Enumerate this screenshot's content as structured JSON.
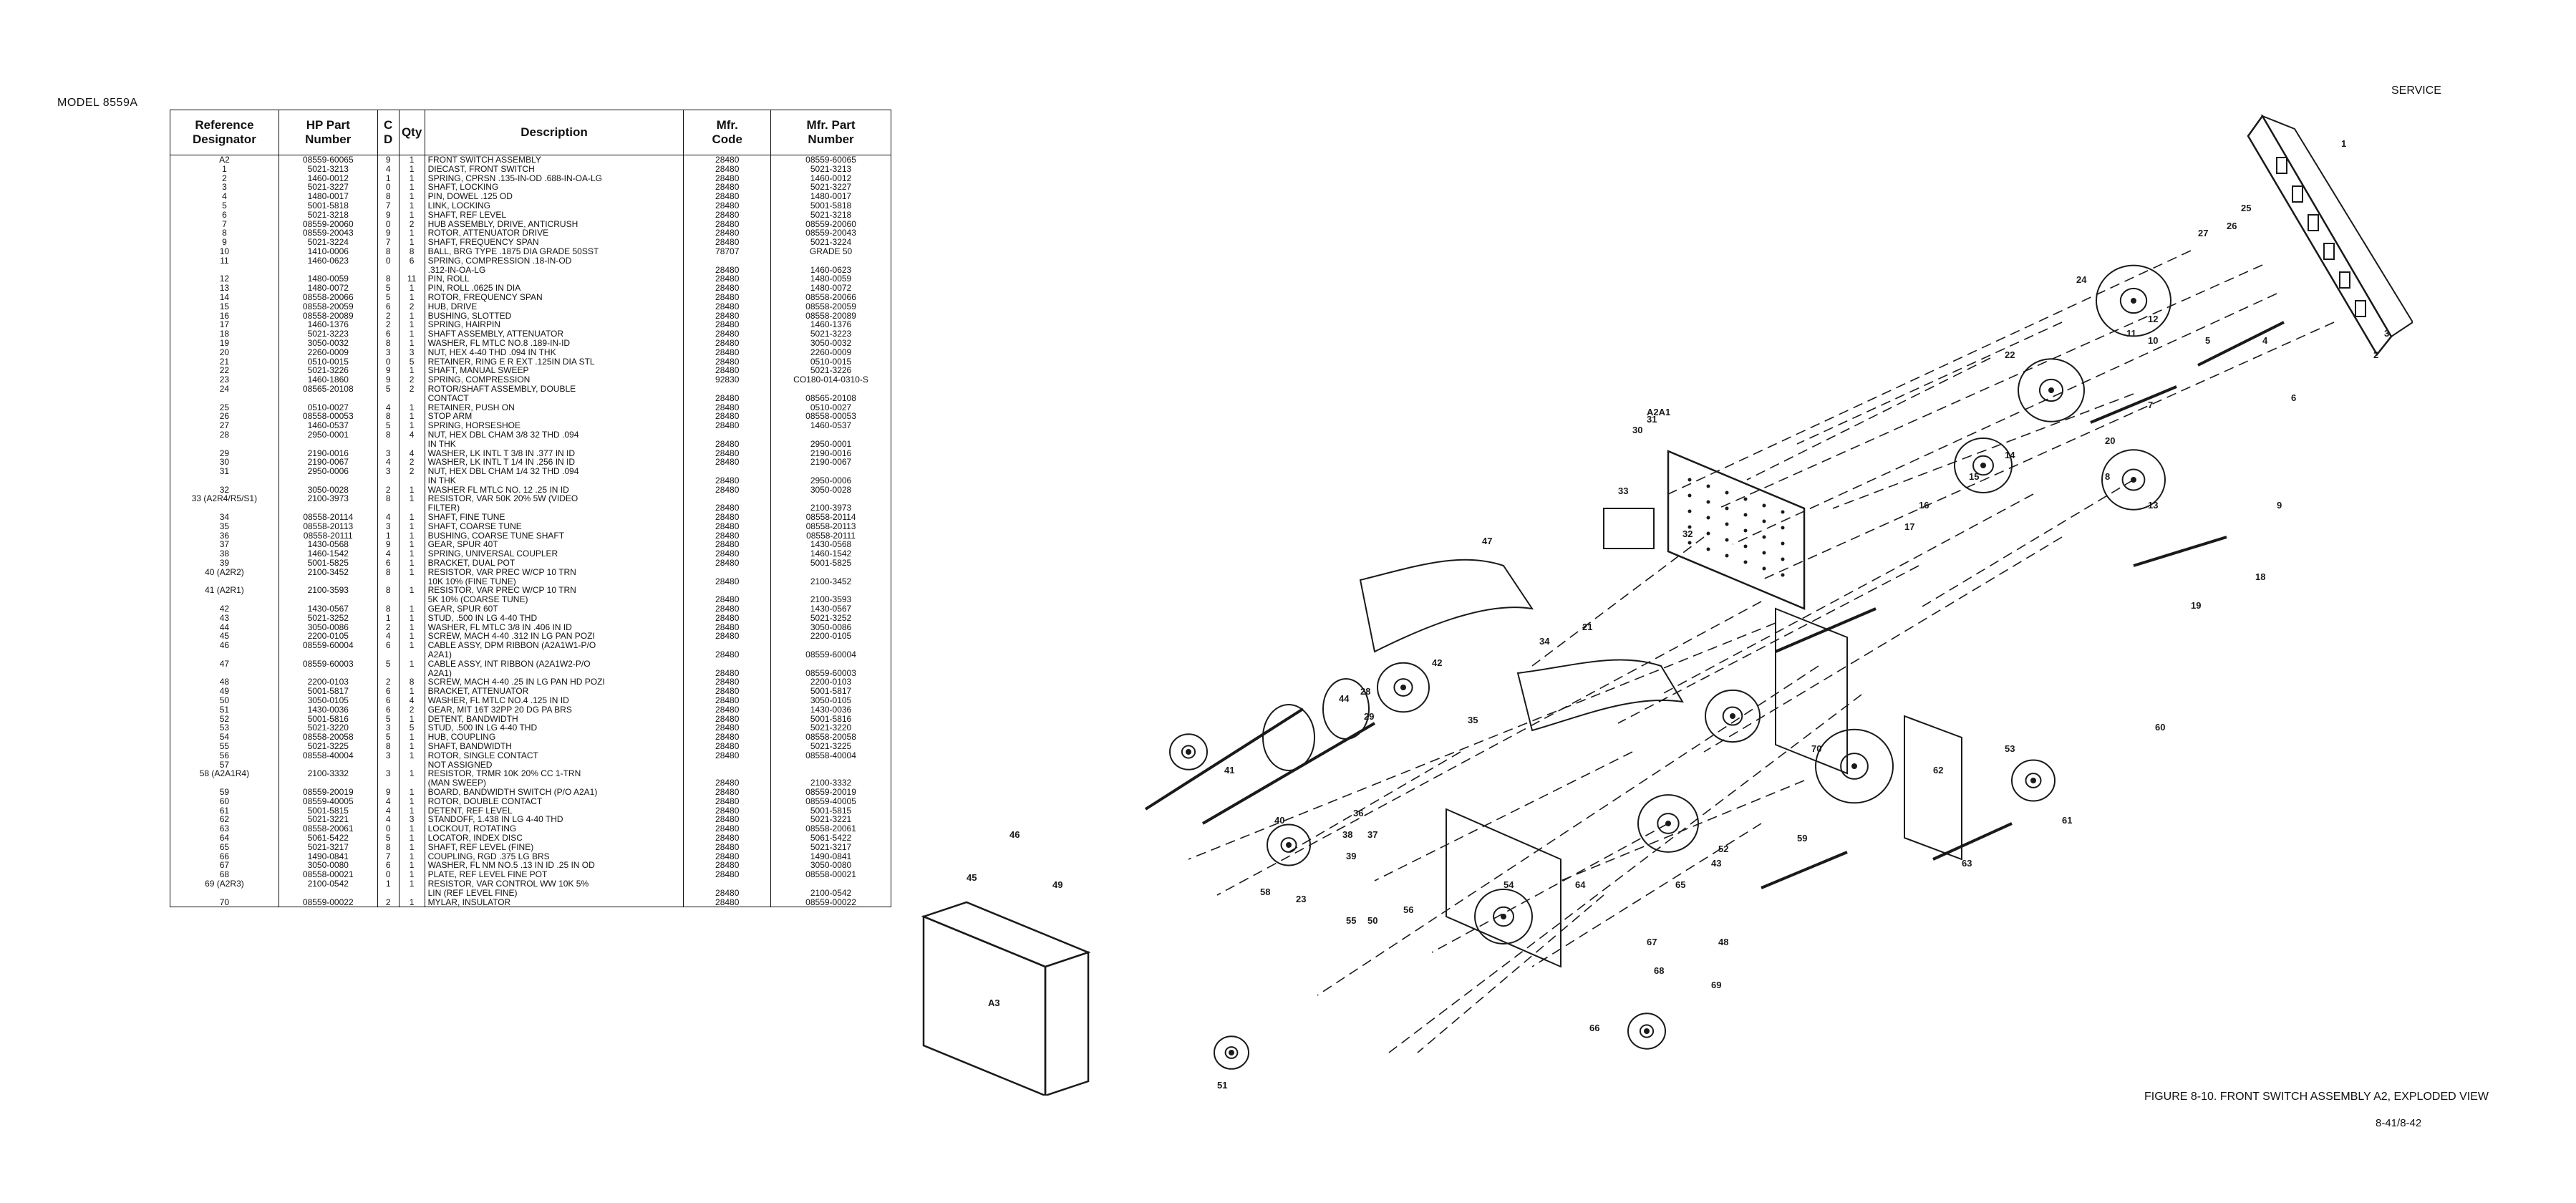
{
  "header": {
    "model": "MODEL 8559A",
    "service": "SERVICE",
    "caption": "FIGURE 8-10.   FRONT SWITCH ASSEMBLY A2, EXPLODED VIEW",
    "page_number": "8-41/8-42"
  },
  "table": {
    "columns": [
      {
        "line1": "Reference",
        "line2": "Designator"
      },
      {
        "line1": "HP Part",
        "line2": "Number"
      },
      {
        "line1": "C",
        "line2": "D"
      },
      {
        "line1": "Qty",
        "line2": ""
      },
      {
        "line1": "Description",
        "line2": ""
      },
      {
        "line1": "Mfr.",
        "line2": "Code"
      },
      {
        "line1": "Mfr. Part",
        "line2": "Number"
      }
    ],
    "rows": [
      {
        "ref": "A2",
        "pn": "08559-60065",
        "cd": "9",
        "qty": "1",
        "desc": "FRONT SWITCH ASSEMBLY",
        "mfr": "28480",
        "mpn": "08559-60065"
      },
      {
        "ref": "1",
        "pn": "5021-3213",
        "cd": "4",
        "qty": "1",
        "desc": "DIECAST, FRONT SWITCH",
        "mfr": "28480",
        "mpn": "5021-3213"
      },
      {
        "ref": "2",
        "pn": "1460-0012",
        "cd": "1",
        "qty": "1",
        "desc": "SPRING, CPRSN .135-IN-OD .688-IN-OA-LG",
        "mfr": "28480",
        "mpn": "1460-0012"
      },
      {
        "ref": "3",
        "pn": "5021-3227",
        "cd": "0",
        "qty": "1",
        "desc": "SHAFT, LOCKING",
        "mfr": "28480",
        "mpn": "5021-3227"
      },
      {
        "ref": "4",
        "pn": "1480-0017",
        "cd": "8",
        "qty": "1",
        "desc": "PIN, DOWEL .125 OD",
        "mfr": "28480",
        "mpn": "1480-0017"
      },
      {
        "ref": "5",
        "pn": "5001-5818",
        "cd": "7",
        "qty": "1",
        "desc": "LINK, LOCKING",
        "mfr": "28480",
        "mpn": "5001-5818"
      },
      {
        "ref": "6",
        "pn": "5021-3218",
        "cd": "9",
        "qty": "1",
        "desc": "SHAFT, REF LEVEL",
        "mfr": "28480",
        "mpn": "5021-3218"
      },
      {
        "ref": "7",
        "pn": "08559-20060",
        "cd": "0",
        "qty": "2",
        "desc": "HUB ASSEMBLY, DRIVE, ANTICRUSH",
        "mfr": "28480",
        "mpn": "08559-20060"
      },
      {
        "ref": "8",
        "pn": "08559-20043",
        "cd": "9",
        "qty": "1",
        "desc": "ROTOR, ATTENUATOR DRIVE",
        "mfr": "28480",
        "mpn": "08559-20043"
      },
      {
        "ref": "9",
        "pn": "5021-3224",
        "cd": "7",
        "qty": "1",
        "desc": "SHAFT, FREQUENCY SPAN",
        "mfr": "28480",
        "mpn": "5021-3224"
      },
      {
        "ref": "10",
        "pn": "1410-0006",
        "cd": "8",
        "qty": "8",
        "desc": "BALL, BRG TYPE .1875 DIA GRADE 50SST",
        "mfr": "78707",
        "mpn": "GRADE 50"
      },
      {
        "ref": "11",
        "pn": "1460-0623",
        "cd": "0",
        "qty": "6",
        "desc": "SPRING, COMPRESSION .18-IN-OD",
        "mfr": "",
        "mpn": ""
      },
      {
        "ref": "",
        "pn": "",
        "cd": "",
        "qty": "",
        "desc": ".312-IN-OA-LG",
        "mfr": "28480",
        "mpn": "1460-0623"
      },
      {
        "ref": "12",
        "pn": "1480-0059",
        "cd": "8",
        "qty": "11",
        "desc": "PIN, ROLL",
        "mfr": "28480",
        "mpn": "1480-0059"
      },
      {
        "ref": "13",
        "pn": "1480-0072",
        "cd": "5",
        "qty": "1",
        "desc": "PIN, ROLL .0625 IN DIA",
        "mfr": "28480",
        "mpn": "1480-0072"
      },
      {
        "ref": "14",
        "pn": "08558-20066",
        "cd": "5",
        "qty": "1",
        "desc": "ROTOR, FREQUENCY SPAN",
        "mfr": "28480",
        "mpn": "08558-20066"
      },
      {
        "ref": "15",
        "pn": "08558-20059",
        "cd": "6",
        "qty": "2",
        "desc": "HUB, DRIVE",
        "mfr": "28480",
        "mpn": "08558-20059"
      },
      {
        "ref": "16",
        "pn": "08558-20089",
        "cd": "2",
        "qty": "1",
        "desc": "BUSHING, SLOTTED",
        "mfr": "28480",
        "mpn": "08558-20089"
      },
      {
        "ref": "17",
        "pn": "1460-1376",
        "cd": "2",
        "qty": "1",
        "desc": "SPRING, HAIRPIN",
        "mfr": "28480",
        "mpn": "1460-1376"
      },
      {
        "ref": "18",
        "pn": "5021-3223",
        "cd": "6",
        "qty": "1",
        "desc": "SHAFT ASSEMBLY, ATTENUATOR",
        "mfr": "28480",
        "mpn": "5021-3223"
      },
      {
        "ref": "19",
        "pn": "3050-0032",
        "cd": "8",
        "qty": "1",
        "desc": "WASHER, FL MTLC NO.8 .189-IN-ID",
        "mfr": "28480",
        "mpn": "3050-0032"
      },
      {
        "ref": "20",
        "pn": "2260-0009",
        "cd": "3",
        "qty": "3",
        "desc": "NUT, HEX 4-40 THD .094 IN THK",
        "mfr": "28480",
        "mpn": "2260-0009"
      },
      {
        "ref": "21",
        "pn": "0510-0015",
        "cd": "0",
        "qty": "5",
        "desc": "RETAINER, RING E R EXT .125IN DIA STL",
        "mfr": "28480",
        "mpn": "0510-0015"
      },
      {
        "ref": "22",
        "pn": "5021-3226",
        "cd": "9",
        "qty": "1",
        "desc": "SHAFT, MANUAL SWEEP",
        "mfr": "28480",
        "mpn": "5021-3226"
      },
      {
        "ref": "23",
        "pn": "1460-1860",
        "cd": "9",
        "qty": "2",
        "desc": "SPRING, COMPRESSION",
        "mfr": "92830",
        "mpn": "CO180-014-0310-S"
      },
      {
        "ref": "24",
        "pn": "08565-20108",
        "cd": "5",
        "qty": "2",
        "desc": "ROTOR/SHAFT ASSEMBLY, DOUBLE",
        "mfr": "",
        "mpn": ""
      },
      {
        "ref": "",
        "pn": "",
        "cd": "",
        "qty": "",
        "desc": "  CONTACT",
        "mfr": "28480",
        "mpn": "08565-20108"
      },
      {
        "ref": "25",
        "pn": "0510-0027",
        "cd": "4",
        "qty": "1",
        "desc": "RETAINER, PUSH ON",
        "mfr": "28480",
        "mpn": "0510-0027"
      },
      {
        "ref": "26",
        "pn": "08558-00053",
        "cd": "8",
        "qty": "1",
        "desc": "STOP ARM",
        "mfr": "28480",
        "mpn": "08558-00053"
      },
      {
        "ref": "27",
        "pn": "1460-0537",
        "cd": "5",
        "qty": "1",
        "desc": "SPRING, HORSESHOE",
        "mfr": "28480",
        "mpn": "1460-0537"
      },
      {
        "ref": "28",
        "pn": "2950-0001",
        "cd": "8",
        "qty": "4",
        "desc": "NUT, HEX DBL CHAM 3/8 32 THD .094",
        "mfr": "",
        "mpn": ""
      },
      {
        "ref": "",
        "pn": "",
        "cd": "",
        "qty": "",
        "desc": "  IN THK",
        "mfr": "28480",
        "mpn": "2950-0001"
      },
      {
        "ref": "29",
        "pn": "2190-0016",
        "cd": "3",
        "qty": "4",
        "desc": "WASHER, LK INTL T 3/8 IN .377 IN ID",
        "mfr": "28480",
        "mpn": "2190-0016"
      },
      {
        "ref": "30",
        "pn": "2190-0067",
        "cd": "4",
        "qty": "2",
        "desc": "WASHER, LK INTL T 1/4 IN .256 IN ID",
        "mfr": "28480",
        "mpn": "2190-0067"
      },
      {
        "ref": "31",
        "pn": "2950-0006",
        "cd": "3",
        "qty": "2",
        "desc": "NUT, HEX DBL CHAM 1/4 32 THD .094",
        "mfr": "",
        "mpn": ""
      },
      {
        "ref": "",
        "pn": "",
        "cd": "",
        "qty": "",
        "desc": "  IN THK",
        "mfr": "28480",
        "mpn": "2950-0006"
      },
      {
        "ref": "32",
        "pn": "3050-0028",
        "cd": "2",
        "qty": "1",
        "desc": "WASHER FL MTLC NO. 12 .25 IN ID",
        "mfr": "28480",
        "mpn": "3050-0028"
      },
      {
        "ref": "33 (A2R4/R5/S1)",
        "pn": "2100-3973",
        "cd": "8",
        "qty": "1",
        "desc": "RESISTOR, VAR 50K 20% 5W (VIDEO",
        "mfr": "",
        "mpn": ""
      },
      {
        "ref": "",
        "pn": "",
        "cd": "",
        "qty": "",
        "desc": "  FILTER)",
        "mfr": "28480",
        "mpn": "2100-3973"
      },
      {
        "ref": "34",
        "pn": "08558-20114",
        "cd": "4",
        "qty": "1",
        "desc": "SHAFT, FINE TUNE",
        "mfr": "28480",
        "mpn": "08558-20114"
      },
      {
        "ref": "35",
        "pn": "08558-20113",
        "cd": "3",
        "qty": "1",
        "desc": "SHAFT, COARSE TUNE",
        "mfr": "28480",
        "mpn": "08558-20113"
      },
      {
        "ref": "36",
        "pn": "08558-20111",
        "cd": "1",
        "qty": "1",
        "desc": "BUSHING, COARSE TUNE SHAFT",
        "mfr": "28480",
        "mpn": "08558-20111"
      },
      {
        "ref": "37",
        "pn": "1430-0568",
        "cd": "9",
        "qty": "1",
        "desc": "GEAR, SPUR 40T",
        "mfr": "28480",
        "mpn": "1430-0568"
      },
      {
        "ref": "38",
        "pn": "1460-1542",
        "cd": "4",
        "qty": "1",
        "desc": "SPRING, UNIVERSAL COUPLER",
        "mfr": "28480",
        "mpn": "1460-1542"
      },
      {
        "ref": "39",
        "pn": "5001-5825",
        "cd": "6",
        "qty": "1",
        "desc": "BRACKET, DUAL POT",
        "mfr": "28480",
        "mpn": "5001-5825"
      },
      {
        "ref": "40 (A2R2)",
        "pn": "2100-3452",
        "cd": "8",
        "qty": "1",
        "desc": "RESISTOR, VAR PREC W/CP 10 TRN",
        "mfr": "",
        "mpn": ""
      },
      {
        "ref": "",
        "pn": "",
        "cd": "",
        "qty": "",
        "desc": "  10K 10% (FINE TUNE)",
        "mfr": "28480",
        "mpn": "2100-3452"
      },
      {
        "ref": "41 (A2R1)",
        "pn": "2100-3593",
        "cd": "8",
        "qty": "1",
        "desc": "RESISTOR, VAR PREC W/CP 10 TRN",
        "mfr": "",
        "mpn": ""
      },
      {
        "ref": "",
        "pn": "",
        "cd": "",
        "qty": "",
        "desc": "  5K 10% (COARSE TUNE)",
        "mfr": "28480",
        "mpn": "2100-3593"
      },
      {
        "ref": "42",
        "pn": "1430-0567",
        "cd": "8",
        "qty": "1",
        "desc": "GEAR, SPUR 60T",
        "mfr": "28480",
        "mpn": "1430-0567"
      },
      {
        "ref": "43",
        "pn": "5021-3252",
        "cd": "1",
        "qty": "1",
        "desc": "STUD, .500 IN LG 4-40 THD",
        "mfr": "28480",
        "mpn": "5021-3252"
      },
      {
        "ref": "44",
        "pn": "3050-0086",
        "cd": "2",
        "qty": "1",
        "desc": "WASHER, FL MTLC 3/8 IN .406 IN ID",
        "mfr": "28480",
        "mpn": "3050-0086"
      },
      {
        "ref": "45",
        "pn": "2200-0105",
        "cd": "4",
        "qty": "1",
        "desc": "SCREW, MACH 4-40 .312 IN LG PAN POZI",
        "mfr": "28480",
        "mpn": "2200-0105"
      },
      {
        "ref": "46",
        "pn": "08559-60004",
        "cd": "6",
        "qty": "1",
        "desc": "CABLE ASSY, DPM RIBBON (A2A1W1-P/O",
        "mfr": "",
        "mpn": ""
      },
      {
        "ref": "",
        "pn": "",
        "cd": "",
        "qty": "",
        "desc": "  A2A1)",
        "mfr": "28480",
        "mpn": "08559-60004"
      },
      {
        "ref": "47",
        "pn": "08559-60003",
        "cd": "5",
        "qty": "1",
        "desc": "CABLE ASSY, INT RIBBON (A2A1W2-P/O",
        "mfr": "",
        "mpn": ""
      },
      {
        "ref": "",
        "pn": "",
        "cd": "",
        "qty": "",
        "desc": "  A2A1)",
        "mfr": "28480",
        "mpn": "08559-60003"
      },
      {
        "ref": "48",
        "pn": "2200-0103",
        "cd": "2",
        "qty": "8",
        "desc": "SCREW, MACH 4-40 .25 IN LG PAN HD POZI",
        "mfr": "28480",
        "mpn": "2200-0103"
      },
      {
        "ref": "49",
        "pn": "5001-5817",
        "cd": "6",
        "qty": "1",
        "desc": "BRACKET, ATTENUATOR",
        "mfr": "28480",
        "mpn": "5001-5817"
      },
      {
        "ref": "50",
        "pn": "3050-0105",
        "cd": "6",
        "qty": "4",
        "desc": "WASHER, FL MTLC NO.4 .125 IN ID",
        "mfr": "28480",
        "mpn": "3050-0105"
      },
      {
        "ref": "51",
        "pn": "1430-0036",
        "cd": "6",
        "qty": "2",
        "desc": "GEAR, MIT 16T 32PP 20 DG PA BRS",
        "mfr": "28480",
        "mpn": "1430-0036"
      },
      {
        "ref": "52",
        "pn": "5001-5816",
        "cd": "5",
        "qty": "1",
        "desc": "DETENT, BANDWIDTH",
        "mfr": "28480",
        "mpn": "5001-5816"
      },
      {
        "ref": "53",
        "pn": "5021-3220",
        "cd": "3",
        "qty": "5",
        "desc": "STUD, .500 IN LG 4-40 THD",
        "mfr": "28480",
        "mpn": "5021-3220"
      },
      {
        "ref": "54",
        "pn": "08558-20058",
        "cd": "5",
        "qty": "1",
        "desc": "HUB, COUPLING",
        "mfr": "28480",
        "mpn": "08558-20058"
      },
      {
        "ref": "55",
        "pn": "5021-3225",
        "cd": "8",
        "qty": "1",
        "desc": "SHAFT, BANDWIDTH",
        "mfr": "28480",
        "mpn": "5021-3225"
      },
      {
        "ref": "56",
        "pn": "08558-40004",
        "cd": "3",
        "qty": "1",
        "desc": "ROTOR, SINGLE CONTACT",
        "mfr": "28480",
        "mpn": "08558-40004"
      },
      {
        "ref": "57",
        "pn": "",
        "cd": "",
        "qty": "",
        "desc": "NOT ASSIGNED",
        "mfr": "",
        "mpn": ""
      },
      {
        "ref": "58 (A2A1R4)",
        "pn": "2100-3332",
        "cd": "3",
        "qty": "1",
        "desc": "RESISTOR, TRMR 10K 20% CC 1-TRN",
        "mfr": "",
        "mpn": ""
      },
      {
        "ref": "",
        "pn": "",
        "cd": "",
        "qty": "",
        "desc": "  (MAN SWEEP)",
        "mfr": "28480",
        "mpn": "2100-3332"
      },
      {
        "ref": "59",
        "pn": "08559-20019",
        "cd": "9",
        "qty": "1",
        "desc": "BOARD, BANDWIDTH SWITCH (P/O A2A1)",
        "mfr": "28480",
        "mpn": "08559-20019"
      },
      {
        "ref": "60",
        "pn": "08559-40005",
        "cd": "4",
        "qty": "1",
        "desc": "ROTOR, DOUBLE CONTACT",
        "mfr": "28480",
        "mpn": "08559-40005"
      },
      {
        "ref": "61",
        "pn": "5001-5815",
        "cd": "4",
        "qty": "1",
        "desc": "DETENT, REF LEVEL",
        "mfr": "28480",
        "mpn": "5001-5815"
      },
      {
        "ref": "62",
        "pn": "5021-3221",
        "cd": "4",
        "qty": "3",
        "desc": "STANDOFF, 1.438 IN LG 4-40 THD",
        "mfr": "28480",
        "mpn": "5021-3221"
      },
      {
        "ref": "63",
        "pn": "08558-20061",
        "cd": "0",
        "qty": "1",
        "desc": "LOCKOUT, ROTATING",
        "mfr": "28480",
        "mpn": "08558-20061"
      },
      {
        "ref": "64",
        "pn": "5061-5422",
        "cd": "5",
        "qty": "1",
        "desc": "LOCATOR, INDEX DISC",
        "mfr": "28480",
        "mpn": "5061-5422"
      },
      {
        "ref": "65",
        "pn": "5021-3217",
        "cd": "8",
        "qty": "1",
        "desc": "SHAFT, REF LEVEL (FINE)",
        "mfr": "28480",
        "mpn": "5021-3217"
      },
      {
        "ref": "66",
        "pn": "1490-0841",
        "cd": "7",
        "qty": "1",
        "desc": "COUPLING, RGD .375 LG BRS",
        "mfr": "28480",
        "mpn": "1490-0841"
      },
      {
        "ref": "67",
        "pn": "3050-0080",
        "cd": "6",
        "qty": "1",
        "desc": "WASHER, FL NM NO.5 .13 IN ID .25 IN OD",
        "mfr": "28480",
        "mpn": "3050-0080"
      },
      {
        "ref": "68",
        "pn": "08558-00021",
        "cd": "0",
        "qty": "1",
        "desc": "PLATE, REF LEVEL FINE POT",
        "mfr": "28480",
        "mpn": "08558-00021"
      },
      {
        "ref": "69 (A2R3)",
        "pn": "2100-0542",
        "cd": "1",
        "qty": "1",
        "desc": "RESISTOR, VAR CONTROL WW 10K 5%",
        "mfr": "",
        "mpn": ""
      },
      {
        "ref": "",
        "pn": "",
        "cd": "",
        "qty": "",
        "desc": "  LIN (REF LEVEL FINE)",
        "mfr": "28480",
        "mpn": "2100-0542"
      },
      {
        "ref": "70",
        "pn": "08559-00022",
        "cd": "2",
        "qty": "1",
        "desc": "MYLAR, INSULATOR",
        "mfr": "28480",
        "mpn": "08559-00022"
      }
    ]
  },
  "diagram": {
    "callouts": [
      "1",
      "2",
      "3",
      "4",
      "5",
      "6",
      "7",
      "8",
      "9",
      "10",
      "11",
      "12",
      "13",
      "14",
      "15",
      "16",
      "17",
      "18",
      "19",
      "20",
      "21",
      "22",
      "23",
      "24",
      "25",
      "26",
      "27",
      "28",
      "29",
      "30",
      "31",
      "32",
      "33",
      "34",
      "35",
      "36",
      "37",
      "38",
      "39",
      "40",
      "41",
      "42",
      "43",
      "44",
      "45",
      "46",
      "47",
      "48",
      "49",
      "50",
      "51",
      "52",
      "53",
      "54",
      "55",
      "56",
      "58",
      "59",
      "60",
      "61",
      "62",
      "63",
      "64",
      "65",
      "66",
      "67",
      "68",
      "69",
      "70",
      "A2A1",
      "A3"
    ],
    "stroke_color": "#1a1a1a"
  }
}
